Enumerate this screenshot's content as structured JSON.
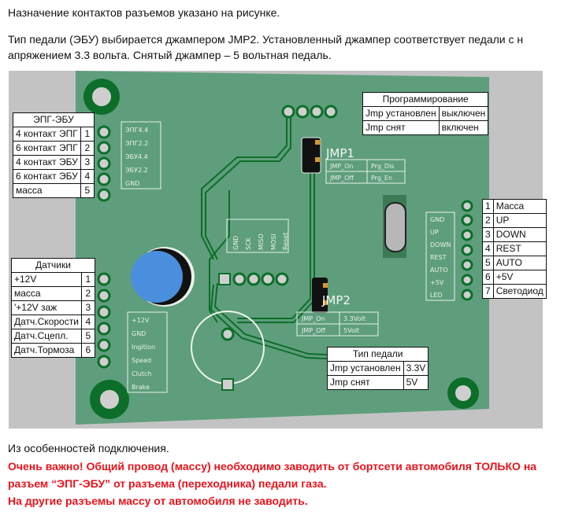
{
  "intro": {
    "line1": "Назначение контактов разъемов указано на рисунке.",
    "line2": "Тип педали (ЭБУ) выбирается джампером JMP2. Установленный джампер соответствует педали с н",
    "line3": "апряжением 3.3 вольта. Снятый джампер – 5 вольтная педаль."
  },
  "colors": {
    "pcb": "#5e9e7c",
    "trace": "#0d6e2a",
    "background_gray": "#c3c3c3",
    "warning_red": "#e8131b"
  },
  "epg_ecu_table": {
    "title": "ЭПГ-ЭБУ",
    "rows": [
      {
        "label": "4 контакт ЭПГ",
        "num": "1"
      },
      {
        "label": "6 контакт ЭПГ",
        "num": "2"
      },
      {
        "label": "4 контакт ЭБУ",
        "num": "3"
      },
      {
        "label": "6 контакт ЭБУ",
        "num": "4"
      },
      {
        "label": "масса",
        "num": "5"
      }
    ]
  },
  "sensors_table": {
    "title": "Датчики",
    "rows": [
      {
        "label": "+12V",
        "num": "1"
      },
      {
        "label": "масса",
        "num": "2"
      },
      {
        "label": "'+12V заж",
        "num": "3"
      },
      {
        "label": "Датч.Скорости",
        "num": "4"
      },
      {
        "label": "Датч.Сцепл.",
        "num": "5"
      },
      {
        "label": "Датч.Тормоза",
        "num": "6"
      }
    ]
  },
  "programming_table": {
    "title": "Программирование",
    "rows": [
      {
        "label": "Jmp установлен",
        "value": "выключен"
      },
      {
        "label": "Jmp снят",
        "value": "включен"
      }
    ]
  },
  "pedal_type_table": {
    "title": "Тип педали",
    "rows": [
      {
        "label": "Jmp установлен",
        "value": "3.3V"
      },
      {
        "label": "Jmp снят",
        "value": "5V"
      }
    ]
  },
  "buttons_table": {
    "rows": [
      {
        "num": "1",
        "label": "Масса"
      },
      {
        "num": "2",
        "label": "UP"
      },
      {
        "num": "3",
        "label": "DOWN"
      },
      {
        "num": "4",
        "label": "REST"
      },
      {
        "num": "5",
        "label": "AUTO"
      },
      {
        "num": "6",
        "label": "+5V"
      },
      {
        "num": "7",
        "label": "Светодиод"
      }
    ]
  },
  "silkscreen": {
    "epg_labels": [
      "ЭПГ4.4",
      "ЭПГ2.2",
      "ЭБУ4.4",
      "ЭБУ2.2",
      "GND"
    ],
    "sensor_labels": [
      "+12V",
      "GND",
      "Ingition",
      "Speed",
      "Clutch",
      "Brake"
    ],
    "isp_labels": [
      "GND",
      "SCK",
      "MISO",
      "MOSI",
      "Reset"
    ],
    "button_labels": [
      "GND",
      "UP",
      "DOWN",
      "REST",
      "AUTO",
      "+5V",
      "LED"
    ],
    "jmp1": {
      "name": "JMP1",
      "rows": [
        [
          "JMP_On",
          "Prg_Dis"
        ],
        [
          "JMP_Off",
          "Prg_En"
        ]
      ]
    },
    "jmp2": {
      "name": "JMP2",
      "rows": [
        [
          "JMP_On",
          "3.3Volt"
        ],
        [
          "JMP_Off",
          "5Volt"
        ]
      ]
    }
  },
  "notes": {
    "heading": "Из особенностей подключения.",
    "warning1": "Очень важно! Общий провод (массу) необходимо заводить от бортсети автомобиля ТОЛЬКО на",
    "warning2": "разъем “ЭПГ-ЭБУ” от разъема (переходника) педали газа.",
    "warning3": "На другие разъемы массу от автомобиля не заводить."
  }
}
